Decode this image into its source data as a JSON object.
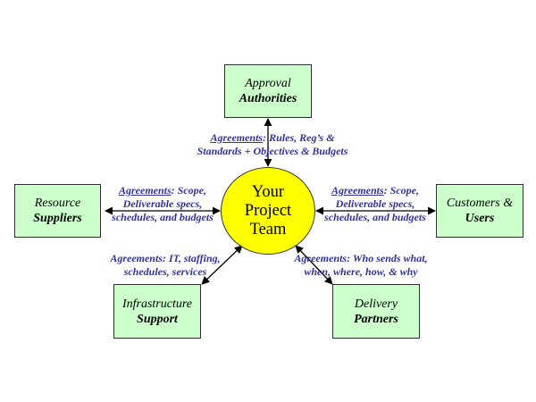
{
  "center": {
    "lines": [
      "Your",
      "Project",
      "Team"
    ]
  },
  "nodes": {
    "approval": {
      "line1": "Approval",
      "line2": "Authorities"
    },
    "resource": {
      "line1": "Resource",
      "line2": "Suppliers"
    },
    "customers": {
      "line1": "Customers &",
      "line2": "Users"
    },
    "infrastructure": {
      "line1": "Infrastructure",
      "line2": "Support"
    },
    "delivery": {
      "line1": "Delivery",
      "line2": "Partners"
    }
  },
  "agreements": {
    "approval": {
      "keyword": "Agreements",
      "line1_rest": ": Rules, Reg’s &",
      "line2": "Standards + Objectives & Budgets"
    },
    "resource": {
      "keyword": "Agreements",
      "line1_rest": ": Scope,",
      "line2": "Deliverable specs,",
      "line3": "schedules, and budgets"
    },
    "customers": {
      "keyword": "Agreements",
      "line1_rest": ": Scope,",
      "line2": "Deliverable specs,",
      "line3": "schedules, and budgets"
    },
    "infrastructure": {
      "line1": "Agreements: IT, staffing,",
      "line2": "schedules, services"
    },
    "delivery": {
      "line1": "Agreements: Who sends what,",
      "line2": "when, where, how, & why"
    }
  },
  "colors": {
    "box_fill": "#ccffcc",
    "hub_fill": "#ffff00",
    "agreement_text": "#333399",
    "connector": "#000000"
  }
}
